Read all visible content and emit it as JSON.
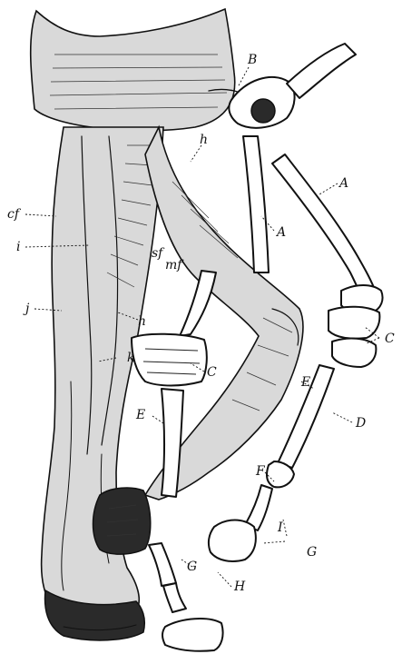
{
  "figure": {
    "labels": {
      "A_upper": "A",
      "A_lower": "A",
      "B": "B",
      "h_top": "h",
      "cf": "cf",
      "i": "i",
      "sf": "sf",
      "mf": "mf",
      "j": "j",
      "h_mid": "h",
      "k": "k",
      "C_mid": "C",
      "C_right": "C",
      "E_left": "E",
      "E_right": "E",
      "D": "D",
      "F": "F",
      "I": "I",
      "G_right": "G",
      "G_bottom": "G",
      "H": "H"
    }
  }
}
